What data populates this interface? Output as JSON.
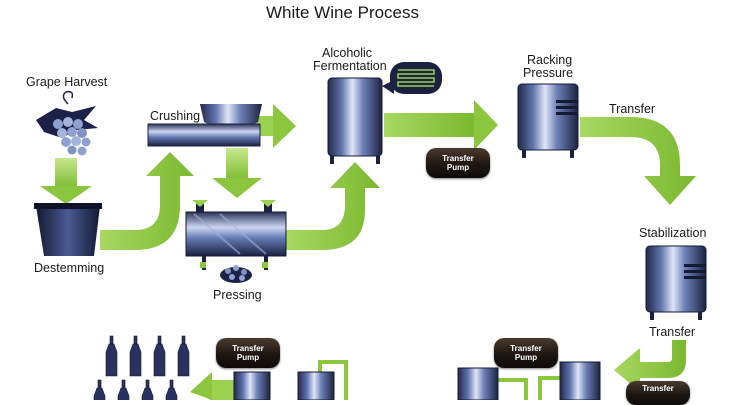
{
  "title": "White Wine Process",
  "labels": {
    "grape_harvest": "Grape Harvest",
    "destemming": "Destemming",
    "crushing": "Crushing",
    "pressing": "Pressing",
    "alcoholic_fermentation_line1": "Alcoholic",
    "alcoholic_fermentation_line2": "Fermentation",
    "racking_pressure_line1": "Racking",
    "racking_pressure_line2": "Pressure",
    "transfer_top": "Transfer",
    "stabilization": "Stabilization",
    "transfer_right": "Transfer"
  },
  "pumps": {
    "pump_1": "Transfer Pump",
    "pump_2": "Transfer Pump",
    "pump_3": "Transfer Pump",
    "pump_4": "Transfer"
  },
  "colors": {
    "arrow_green": "#8cc63f",
    "arrow_green_light": "#b5df74",
    "tank_steel": "#5a6fa8",
    "grape_blue": "#8fa2cf"
  }
}
